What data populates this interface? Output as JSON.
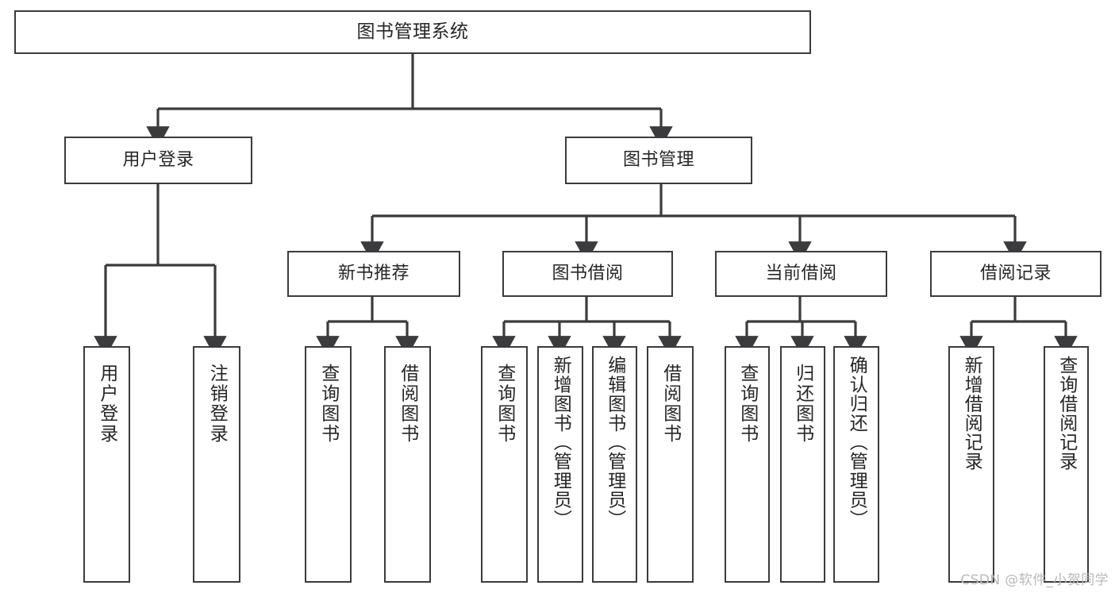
{
  "diagram": {
    "type": "tree-hierarchy-chart",
    "title": "图书管理系统",
    "line_color": "#3b3b3d",
    "box_fill": "#ffffff",
    "text_color": "#262626",
    "watermark": "CSDN @软件_小贺同学",
    "levels": {
      "root": {
        "label": "图书管理系统"
      },
      "level2": [
        {
          "label": "用户登录"
        },
        {
          "label": "图书管理"
        }
      ],
      "level3": [
        {
          "label": "新书推荐",
          "parent": "图书管理"
        },
        {
          "label": "图书借阅",
          "parent": "图书管理"
        },
        {
          "label": "当前借阅",
          "parent": "图书管理"
        },
        {
          "label": "借阅记录",
          "parent": "图书管理"
        }
      ],
      "leaves_user_login": [
        {
          "label": "用户登录"
        },
        {
          "label": "注销登录"
        }
      ],
      "leaves_new_book": [
        {
          "label": "查询图书"
        },
        {
          "label": "借阅图书"
        }
      ],
      "leaves_borrow": [
        {
          "label": "查询图书"
        },
        {
          "label": "新增图书（管理员）"
        },
        {
          "label": "编辑图书（管理员）"
        },
        {
          "label": "借阅图书"
        }
      ],
      "leaves_current": [
        {
          "label": "查询图书"
        },
        {
          "label": "归还图书"
        },
        {
          "label": "确认归还（管理员）"
        }
      ],
      "leaves_records": [
        {
          "label": "新增借阅记录"
        },
        {
          "label": "查询借阅记录"
        }
      ]
    }
  }
}
